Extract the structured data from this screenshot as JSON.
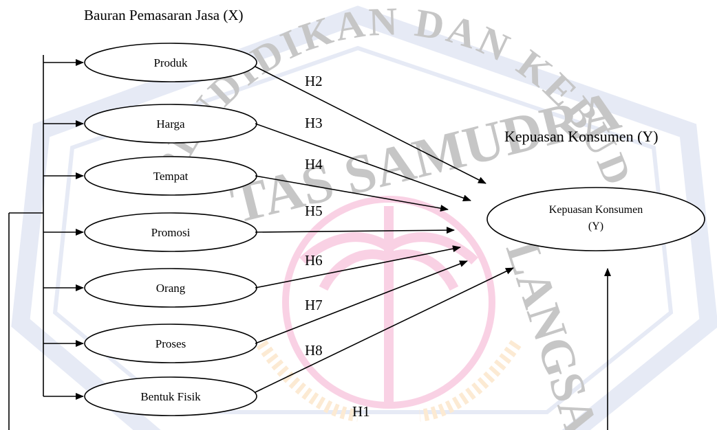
{
  "diagram": {
    "independent_group_label": "Bauran Pemasaran Jasa (X)",
    "dependent_group_label": "Kepuasan Konsumen (Y)",
    "dependent_node": {
      "line1": "Kepuasan Konsumen",
      "line2": "(Y)"
    },
    "variables": [
      {
        "label": "Produk",
        "hypothesis": "H2"
      },
      {
        "label": "Harga",
        "hypothesis": "H3"
      },
      {
        "label": "Tempat",
        "hypothesis": "H4"
      },
      {
        "label": "Promosi",
        "hypothesis": "H5"
      },
      {
        "label": "Orang",
        "hypothesis": "H6"
      },
      {
        "label": "Proses",
        "hypothesis": "H7"
      },
      {
        "label": "Bentuk Fisik",
        "hypothesis": "H8"
      }
    ],
    "overall_hypothesis": "H1"
  },
  "watermark": {
    "top_text": "PENDIDIKAN DAN KEBUDAYAAN",
    "mid_text": "TAS SAMUDRA",
    "side_text": "LANGSA",
    "colors": {
      "ring": "#8fa3d6",
      "emblem": "#e8338a",
      "accent": "#f2a23a"
    }
  }
}
